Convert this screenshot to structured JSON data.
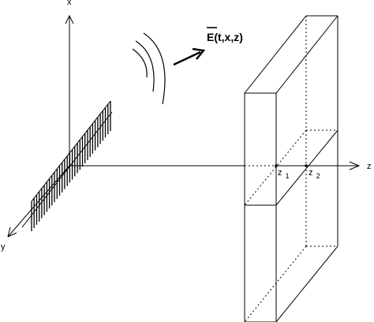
{
  "labels": {
    "axis_x": "x",
    "axis_y": "y",
    "axis_z": "z",
    "field_label": "E(t,x,z)",
    "z1_letter": "z",
    "z1_index": "1",
    "z2_letter": "z",
    "z2_index": "2"
  },
  "antenna": {
    "element_count": 32
  },
  "wavefronts": {
    "count": 3
  }
}
